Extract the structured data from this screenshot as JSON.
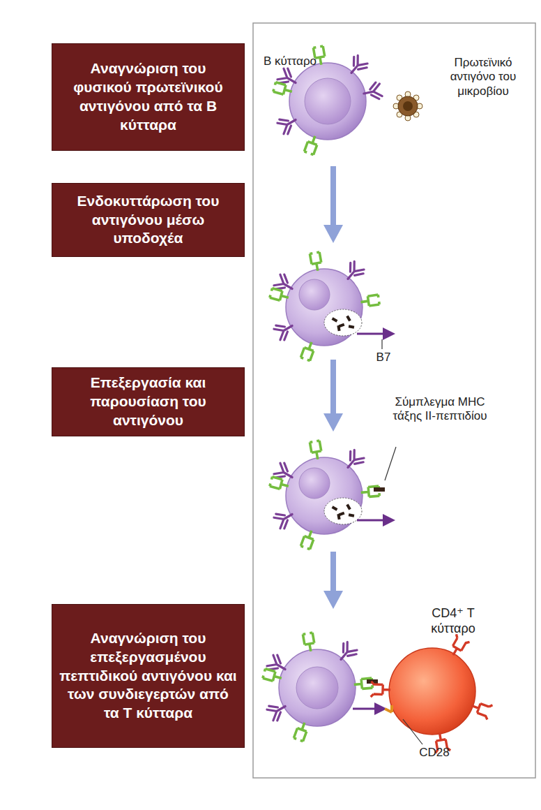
{
  "diagram": {
    "nodes": [
      {
        "text": [
          "Αναγνώριση του φυσικού πρωτεϊνικού αντιγόνου από τα B κύτταρα"
        ]
      },
      {
        "text": [
          "Ενδοκυττάρωση του αντιγόνου μέσω υποδοχέα"
        ]
      },
      {
        "text": [
          "Επεξεργασία και παρουσίαση του αντιγόνου"
        ]
      },
      {
        "text": [
          "Αναγνώριση του επεξεργασμένου πεπτιδικού αντιγόνου και των συνδιεγερτών από τα Τ κύτταρα"
        ]
      }
    ],
    "labels": [
      "B κύτταρο",
      "Πρωτεϊνικό αντιγόνο του μικροβίου",
      "B7",
      "Σύμπλεγμα MHC τάξης II-πεπτιδίου",
      "CD4⁺ Τ κύτταρο",
      "CD28"
    ]
  }
}
